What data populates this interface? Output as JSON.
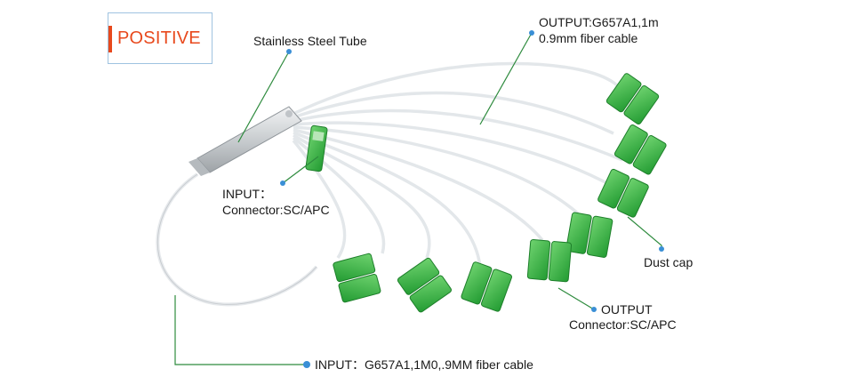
{
  "badge": {
    "text": "POSITIVE"
  },
  "labels": {
    "steel_tube": "Stainless Steel Tube",
    "output_cable_line1": "OUTPUT:G657A1,1m",
    "output_cable_line2": "0.9mm fiber cable",
    "input_connector_line1": "INPUT：",
    "input_connector_line2": "Connector:SC/APC",
    "dust_cap": "Dust cap",
    "output_connector_line1": "OUTPUT",
    "output_connector_line2": "Connector:SC/APC",
    "input_cable": "INPUT：G657A1,1M0,.9MM fiber cable"
  },
  "colors": {
    "accent": "#e8491d",
    "callout_line": "#2e8b3e",
    "callout_dot": "#3a8fd6",
    "connector_green": "#3bb34a",
    "fiber": "#e9ecef",
    "steel": "#cfd3d6"
  }
}
